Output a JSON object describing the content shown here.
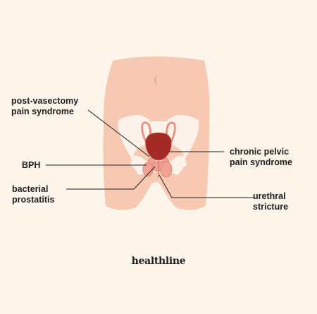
{
  "labels": {
    "post_vasectomy_line1": "post-vasectomy",
    "post_vasectomy_line2": "pain syndrome",
    "bph": "BPH",
    "bacterial_line1": "bacterial",
    "bacterial_line2": "prostatitis",
    "chronic_pelvic_line1": "chronic pelvic",
    "chronic_pelvic_line2": "pain syndrome",
    "urethral_line1": "urethral",
    "urethral_line2": "stricture"
  },
  "brand": {
    "name": "healthline"
  },
  "colors": {
    "background": "#fdf4ea",
    "skin": "#f7c9b2",
    "pelvis_bone": "#fcf2ea",
    "bladder": "#a42a26",
    "gland": "#f2a293",
    "text": "#1f1f1f"
  }
}
